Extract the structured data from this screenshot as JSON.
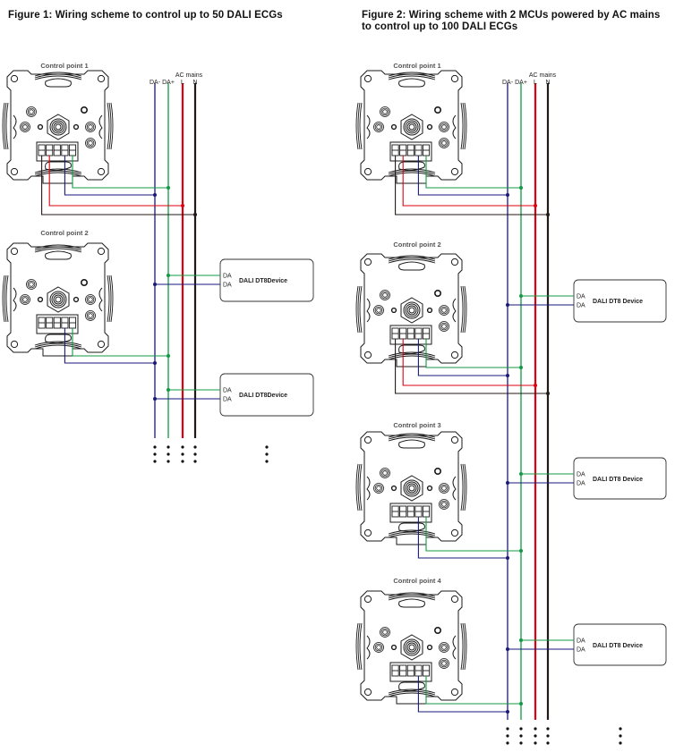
{
  "figures": [
    {
      "id": "fig1",
      "title": "Figure 1: Wiring scheme to control up to 50 DALI ECGs",
      "bus": {
        "group_label": "AC mains",
        "lines": [
          {
            "label": "DA-",
            "color": "#1a1a7a"
          },
          {
            "label": "DA+",
            "color": "#119944"
          },
          {
            "label": "L",
            "color": "#dd0011"
          },
          {
            "label": "N",
            "color": "#231815"
          }
        ]
      },
      "control_points": [
        {
          "label": "Control point 1",
          "connections": [
            "DA+",
            "DA-",
            "L",
            "N"
          ]
        },
        {
          "label": "Control point 2",
          "connections": [
            "DA+",
            "DA-"
          ]
        }
      ],
      "devices": [
        {
          "label": "DALI DT8Device",
          "terminals": [
            "DA",
            "DA"
          ]
        },
        {
          "label": "DALI DT8Device",
          "terminals": [
            "DA",
            "DA"
          ]
        }
      ],
      "continuation": "⋮"
    },
    {
      "id": "fig2",
      "title": "Figure 2: Wiring scheme with 2 MCUs powered by AC mains to control up to 100 DALI ECGs",
      "bus": {
        "group_label": "AC mains",
        "lines": [
          {
            "label": "DA-",
            "color": "#1a1a7a"
          },
          {
            "label": "DA+",
            "color": "#119944"
          },
          {
            "label": "L",
            "color": "#dd0011"
          },
          {
            "label": "N",
            "color": "#231815"
          }
        ]
      },
      "control_points": [
        {
          "label": "Control point 1",
          "connections": [
            "DA+",
            "DA-",
            "L",
            "N"
          ]
        },
        {
          "label": "Control point 2",
          "connections": [
            "DA+",
            "DA-",
            "L",
            "N"
          ]
        },
        {
          "label": "Control point 3",
          "connections": [
            "DA+",
            "DA-"
          ]
        },
        {
          "label": "Control point 4",
          "connections": [
            "DA+",
            "DA-"
          ]
        }
      ],
      "devices": [
        {
          "label": "DALI DT8 Device",
          "terminals": [
            "DA",
            "DA"
          ]
        },
        {
          "label": "DALI DT8 Device",
          "terminals": [
            "DA",
            "DA"
          ]
        },
        {
          "label": "DALI DT8 Device",
          "terminals": [
            "DA",
            "DA"
          ]
        }
      ],
      "continuation": "⋮"
    }
  ]
}
